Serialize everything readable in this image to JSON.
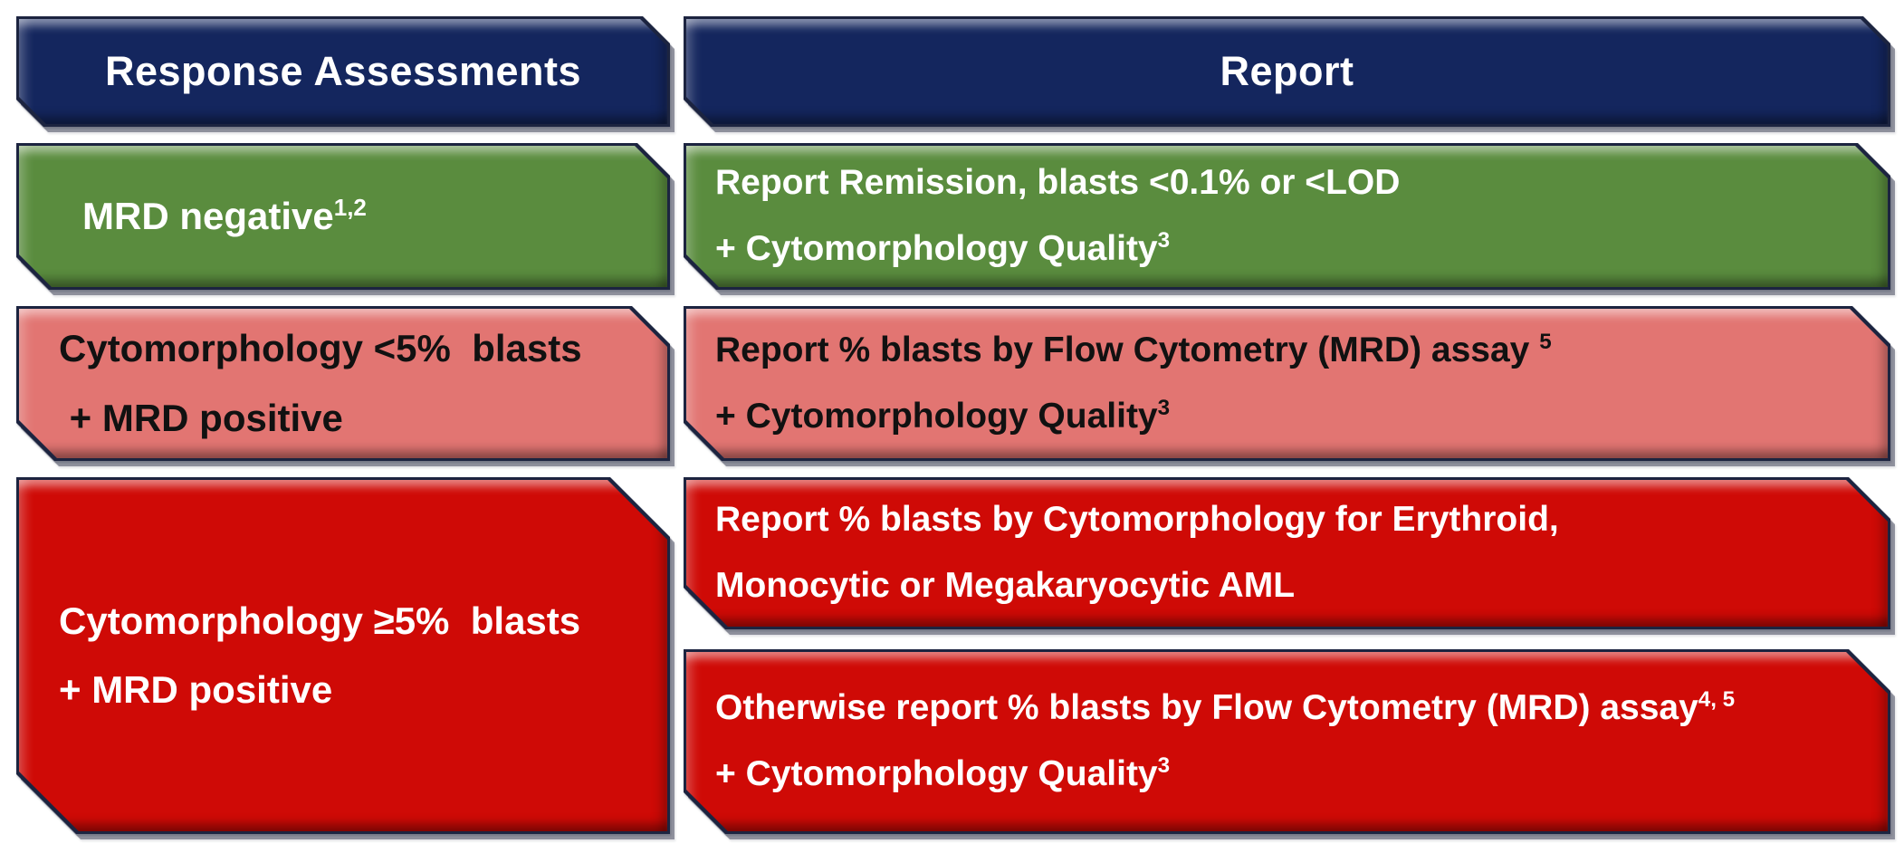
{
  "palette": {
    "navy": "#14265e",
    "green": "#5a8c3e",
    "pink": "#e27572",
    "red": "#cf0a06",
    "outline": "#1c2440",
    "background": "#ffffff",
    "text_light": "#ffffff",
    "text_dark": "#111111"
  },
  "headers": {
    "assessments": "Response Assessments",
    "report": "Report"
  },
  "rows": {
    "mrd_negative": {
      "assessment": {
        "line1": "MRD negative",
        "line1_sup": "1,2"
      },
      "report": {
        "line1": "Report Remission, blasts <0.1% or <LOD",
        "line2": "+ Cytomorphology Quality",
        "line2_sup": "3"
      }
    },
    "cyto_lt5": {
      "assessment": {
        "line1": "Cytomorphology <5%  blasts",
        "line2": " + MRD positive"
      },
      "report": {
        "line1": "Report % blasts by Flow Cytometry (MRD) assay ",
        "line1_sup": "5",
        "line2": "+ Cytomorphology Quality",
        "line2_sup": "3"
      }
    },
    "cyto_ge5": {
      "assessment": {
        "line1": "Cytomorphology ≥5%  blasts",
        "line2": "+ MRD positive"
      },
      "report_a": {
        "line1": "Report % blasts by Cytomorphology for Erythroid,",
        "line2": "Monocytic or Megakaryocytic AML"
      },
      "report_b": {
        "line1": "Otherwise report % blasts by Flow Cytometry (MRD) assay",
        "line1_sup": "4, 5",
        "line2": "+ Cytomorphology Quality",
        "line2_sup": "3"
      }
    }
  }
}
